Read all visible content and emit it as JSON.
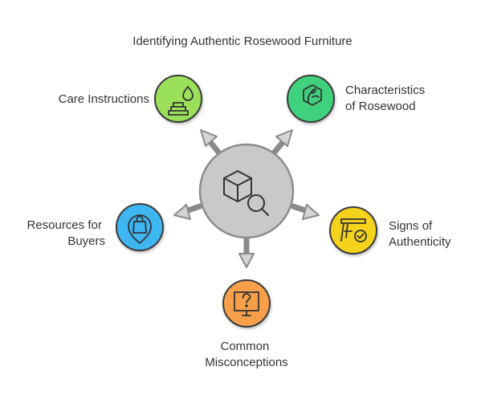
{
  "title": "Identifying Authentic Rosewood Furniture",
  "center": {
    "icon": "box-magnifier-icon",
    "color": "#c9c9c9"
  },
  "nodes": [
    {
      "id": "care",
      "label_lines": [
        "Care Instructions"
      ],
      "color": "#9be05a",
      "icon": "oil-drop-care-icon"
    },
    {
      "id": "characteristics",
      "label_lines": [
        "Characteristics",
        "of Rosewood"
      ],
      "color": "#3fd17c",
      "icon": "wood-grain-leaf-icon"
    },
    {
      "id": "signs",
      "label_lines": [
        "Signs of",
        "Authenticity"
      ],
      "color": "#f5d21e",
      "icon": "stool-check-icon"
    },
    {
      "id": "misconceptions",
      "label_lines": [
        "Common",
        "Misconceptions"
      ],
      "color": "#f7a04a",
      "icon": "monitor-question-icon"
    },
    {
      "id": "resources",
      "label_lines": [
        "Resources for",
        "Buyers"
      ],
      "color": "#3eb6f2",
      "icon": "shopping-bag-pin-icon"
    }
  ]
}
